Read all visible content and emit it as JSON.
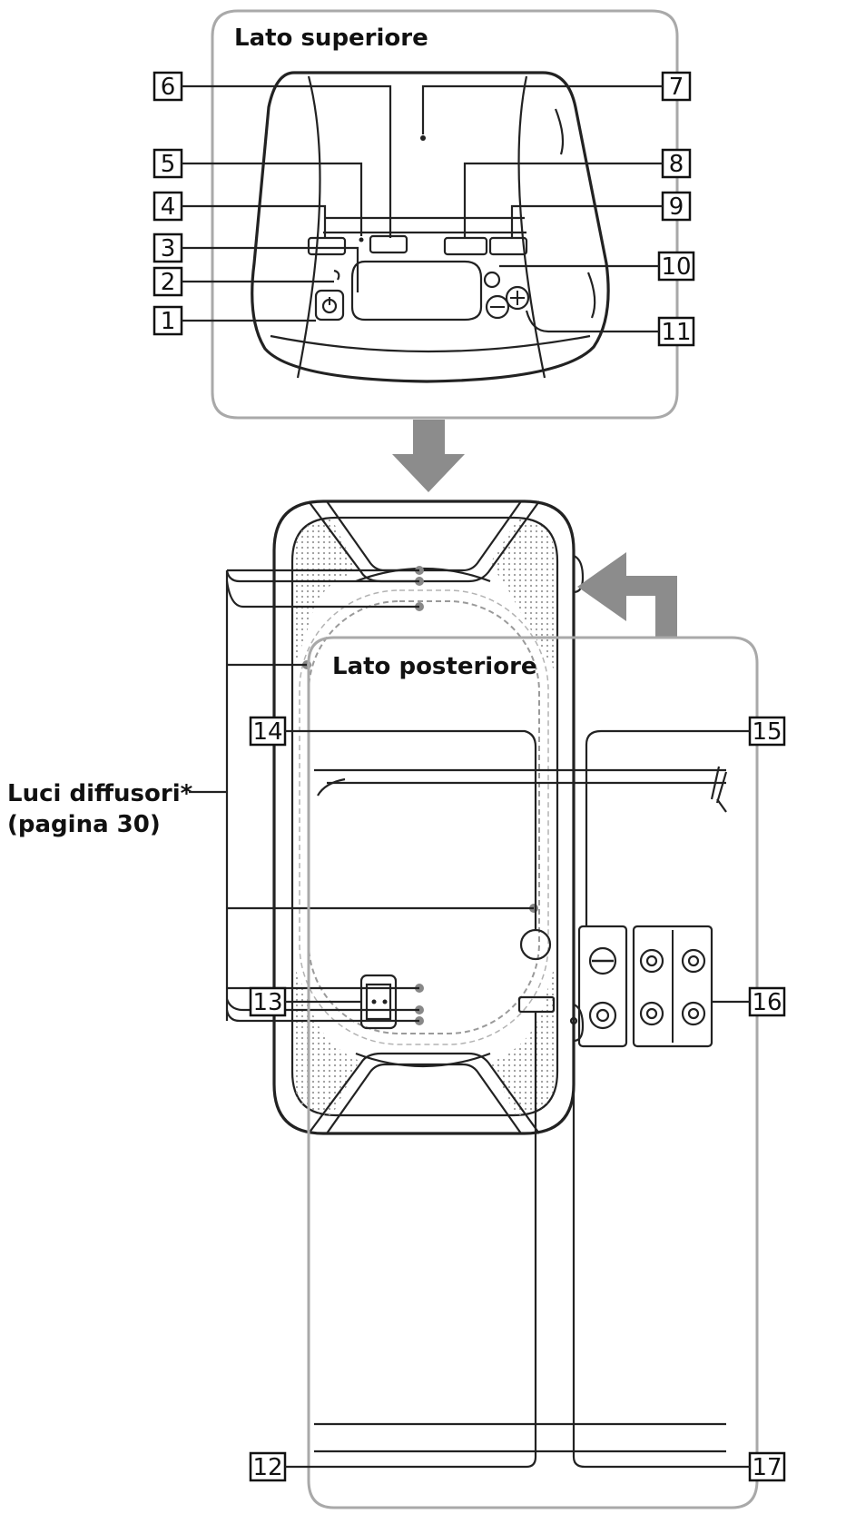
{
  "sections": {
    "top": {
      "title": "Lato superiore"
    },
    "rear": {
      "title": "Lato posteriore"
    }
  },
  "front": {
    "speaker_lights_label_line1": "Luci diffusori*",
    "speaker_lights_label_line2": "(pagina 30)"
  },
  "callouts": [
    "1",
    "2",
    "3",
    "4",
    "5",
    "6",
    "7",
    "8",
    "9",
    "10",
    "11",
    "12",
    "13",
    "14",
    "15",
    "16",
    "17"
  ],
  "colors": {
    "panel_border": "#a9a9a9",
    "arrow": "#8c8c8c",
    "grille": "#9a9a9a",
    "line": "#222222"
  }
}
